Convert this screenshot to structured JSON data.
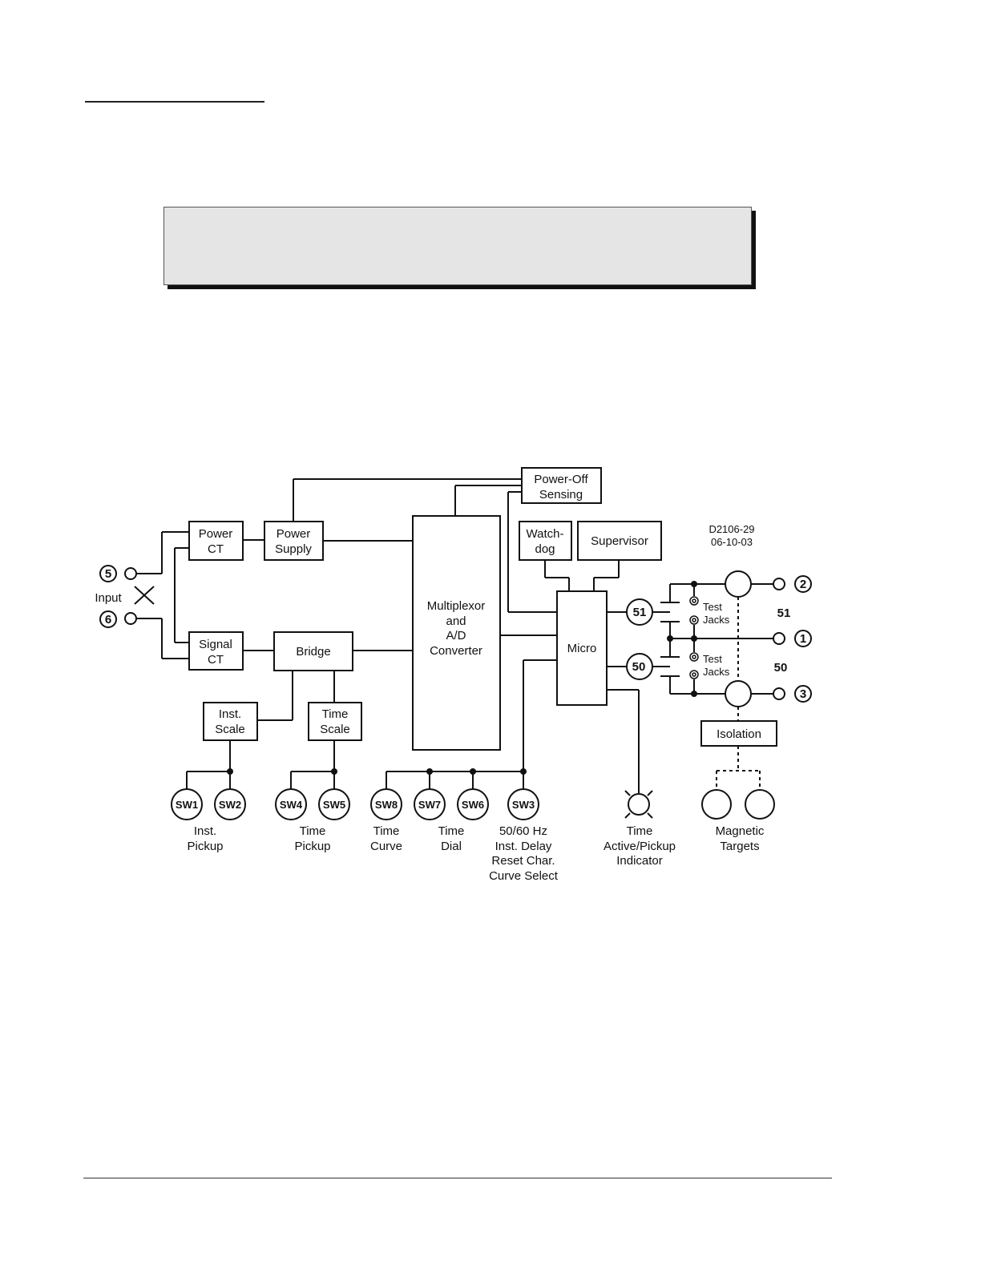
{
  "diagram_id": "D2106-29",
  "diagram_date": "06-10-03",
  "blocks": {
    "power_off_sensing": [
      "Power-Off",
      "Sensing"
    ],
    "power_ct": [
      "Power",
      "CT"
    ],
    "power_supply": [
      "Power",
      "Supply"
    ],
    "multiplexor": [
      "Multiplexor",
      "and",
      "A/D",
      "Converter"
    ],
    "watchdog": [
      "Watch-",
      "dog"
    ],
    "supervisor": "Supervisor",
    "signal_ct": [
      "Signal",
      "CT"
    ],
    "bridge": "Bridge",
    "micro": "Micro",
    "inst_scale": [
      "Inst.",
      "Scale"
    ],
    "time_scale": [
      "Time",
      "Scale"
    ],
    "isolation": "Isolation"
  },
  "input": {
    "label": "Input",
    "terminals": [
      "5",
      "6"
    ]
  },
  "outputs": {
    "node_51": "51",
    "node_50": "50",
    "terminals": [
      "2",
      "1",
      "3"
    ],
    "label_51": "51",
    "label_50": "50",
    "test_jacks_upper": [
      "Test",
      "Jacks"
    ],
    "test_jacks_lower": [
      "Test",
      "Jacks"
    ]
  },
  "switches": [
    "SW1",
    "SW2",
    "SW4",
    "SW5",
    "SW8",
    "SW7",
    "SW6",
    "SW3"
  ],
  "switch_labels": {
    "inst_pickup": [
      "Inst.",
      "Pickup"
    ],
    "time_pickup": [
      "Time",
      "Pickup"
    ],
    "time_curve": [
      "Time",
      "Curve"
    ],
    "time_dial": [
      "Time",
      "Dial"
    ],
    "sw3_functions": [
      "50/60 Hz",
      "Inst. Delay",
      "Reset Char.",
      "Curve Select"
    ]
  },
  "indicator_label": [
    "Time",
    "Active/Pickup",
    "Indicator"
  ],
  "targets_label": [
    "Magnetic",
    "Targets"
  ]
}
